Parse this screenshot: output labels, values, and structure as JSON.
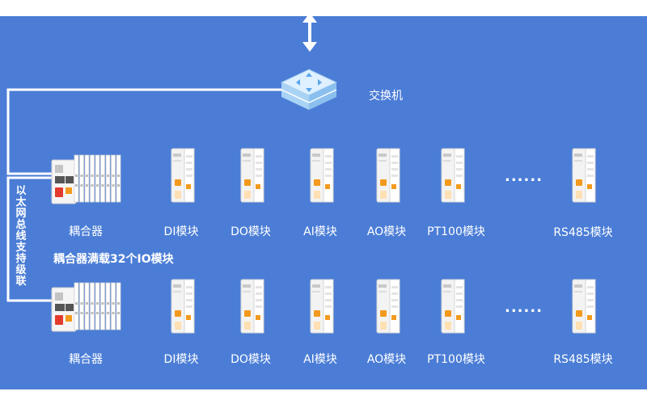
{
  "switch": {
    "label": "交换机",
    "icon": "network-switch-icon"
  },
  "cascade_note": "以太网总线支持级联",
  "capacity_note": "耦合器满载32个IO模块",
  "ellipsis": "......",
  "rows": [
    {
      "coupler_label": "耦合器",
      "modules": [
        "DI模块",
        "DO模块",
        "AI模块",
        "AO模块",
        "PT100模块",
        "RS485模块"
      ]
    },
    {
      "coupler_label": "耦合器",
      "modules": [
        "DI模块",
        "DO模块",
        "AI模块",
        "AO模块",
        "PT100模块",
        "RS485模块"
      ]
    }
  ],
  "colors": {
    "background": "#4b7dd6",
    "wire": "#ffffff",
    "module_body": "#f3f3f3",
    "module_accent": "#f39a1e",
    "switch_face": "#cfe6fb"
  }
}
